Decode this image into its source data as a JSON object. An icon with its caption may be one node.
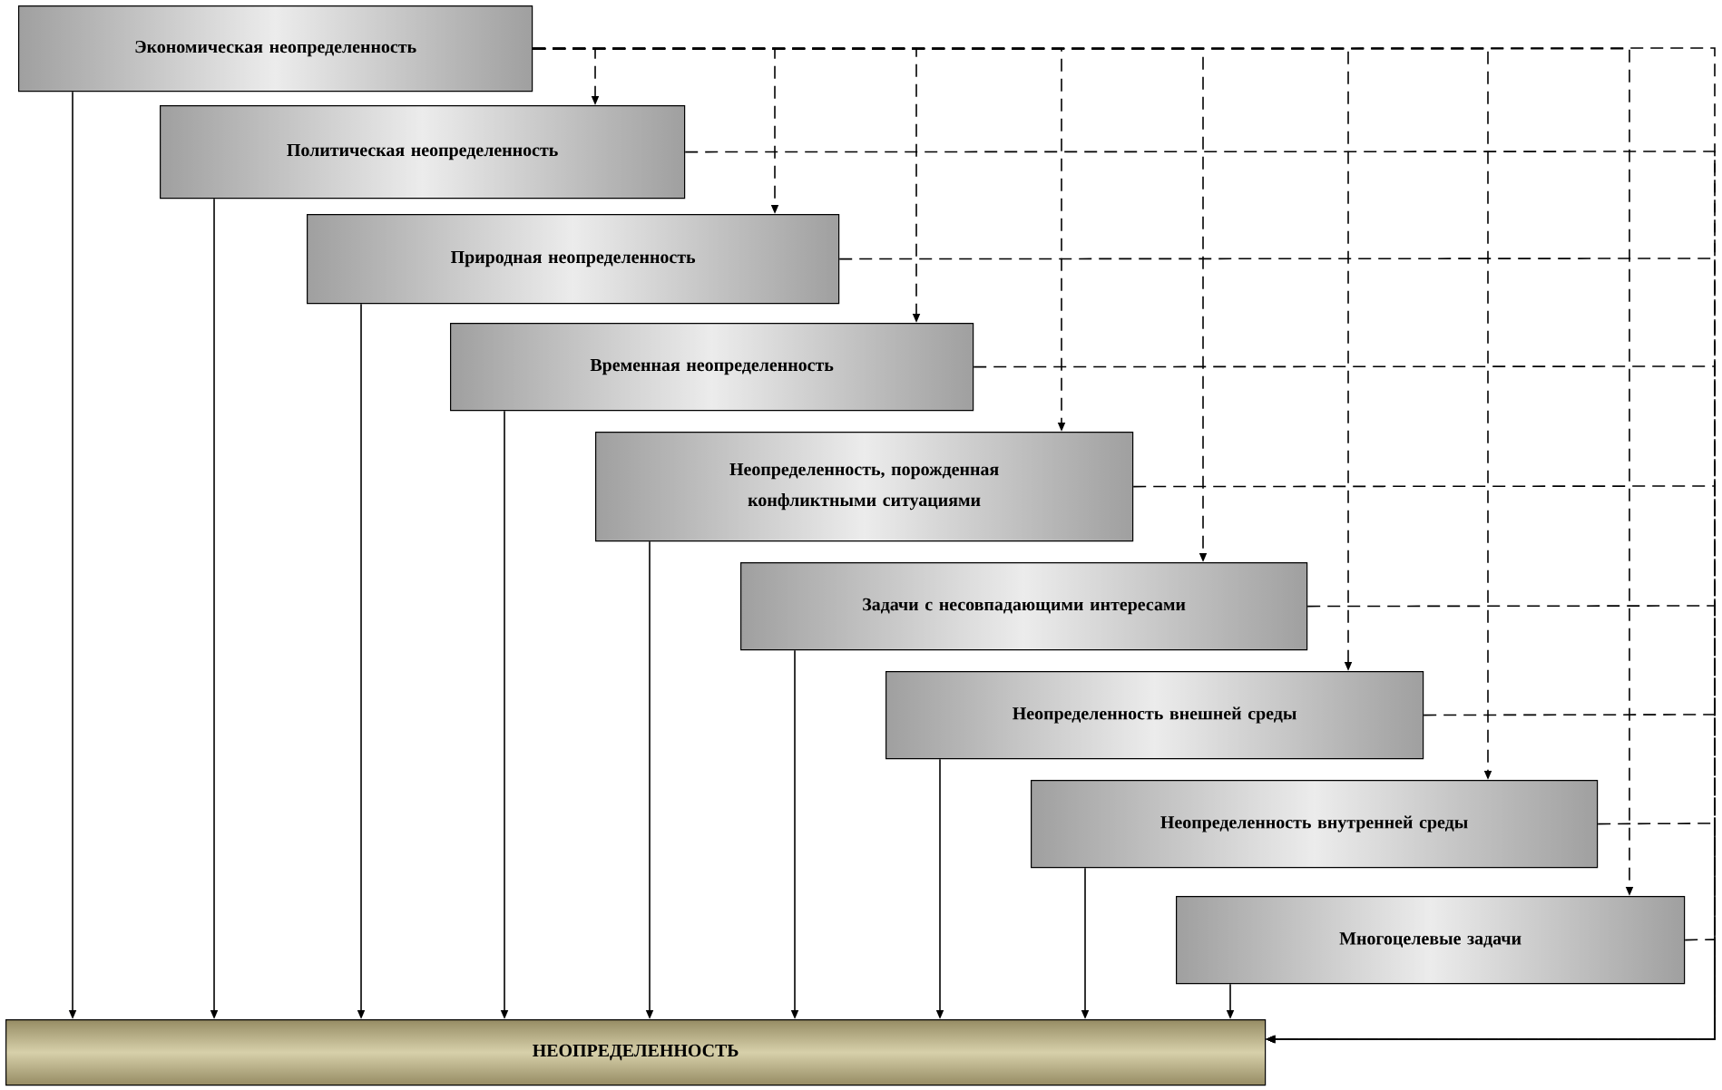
{
  "diagram": {
    "nodes": [
      {
        "text": [
          "Экономическая неопределенность"
        ]
      },
      {
        "text": [
          "Политическая неопределенность"
        ]
      },
      {
        "text": [
          "Природная неопределенность"
        ]
      },
      {
        "text": [
          "Временная неопределенность"
        ]
      },
      {
        "text": [
          "Неопределенность, порожденная конфликтными ситуациями"
        ]
      },
      {
        "text": [
          "Задачи с несовпадающими интересами"
        ]
      },
      {
        "text": [
          "Неопределенность внешней среды"
        ]
      },
      {
        "text": [
          "Неопределенность внутренней среды"
        ]
      },
      {
        "text": [
          "Многоцелевые задачи"
        ]
      },
      {
        "text": [
          "НЕОПРЕДЕЛЕННОСТЬ"
        ]
      }
    ],
    "edges": [
      {
        "from": 0,
        "to": 9,
        "arrow": "to"
      },
      {
        "from": 1,
        "to": 9,
        "arrow": "to"
      },
      {
        "from": 2,
        "to": 9,
        "arrow": "to"
      },
      {
        "from": 3,
        "to": 9,
        "arrow": "to"
      },
      {
        "from": 4,
        "to": 9,
        "arrow": "to"
      },
      {
        "from": 5,
        "to": 9,
        "arrow": "to"
      },
      {
        "from": 6,
        "to": 9,
        "arrow": "to"
      },
      {
        "from": 7,
        "to": 9,
        "arrow": "to"
      },
      {
        "from": 8,
        "to": 9,
        "arrow": "to"
      },
      {
        "from": 0,
        "to": 1,
        "arrow": "to",
        "style": "dashed"
      },
      {
        "from": 0,
        "to": 2,
        "arrow": "to",
        "style": "dashed"
      },
      {
        "from": 0,
        "to": 3,
        "arrow": "to",
        "style": "dashed"
      },
      {
        "from": 0,
        "to": 4,
        "arrow": "to",
        "style": "dashed"
      },
      {
        "from": 0,
        "to": 5,
        "arrow": "to",
        "style": "dashed"
      },
      {
        "from": 0,
        "to": 6,
        "arrow": "to",
        "style": "dashed"
      },
      {
        "from": 0,
        "to": 7,
        "arrow": "to",
        "style": "dashed"
      },
      {
        "from": 0,
        "to": 8,
        "arrow": "to",
        "style": "dashed"
      },
      {
        "from": 0,
        "to": 9,
        "arrow": "to",
        "style": "dashed"
      },
      {
        "from": 1,
        "to": 9,
        "arrow": "to",
        "style": "dashed"
      },
      {
        "from": 2,
        "to": 9,
        "arrow": "to",
        "style": "dashed"
      },
      {
        "from": 3,
        "to": 9,
        "arrow": "to",
        "style": "dashed"
      },
      {
        "from": 4,
        "to": 9,
        "arrow": "to",
        "style": "dashed"
      },
      {
        "from": 5,
        "to": 9,
        "arrow": "to",
        "style": "dashed"
      },
      {
        "from": 6,
        "to": 9,
        "arrow": "to",
        "style": "dashed"
      },
      {
        "from": 7,
        "to": 9,
        "arrow": "to",
        "style": "dashed"
      },
      {
        "from": 8,
        "to": 9,
        "arrow": "to",
        "style": "dashed"
      }
    ]
  }
}
